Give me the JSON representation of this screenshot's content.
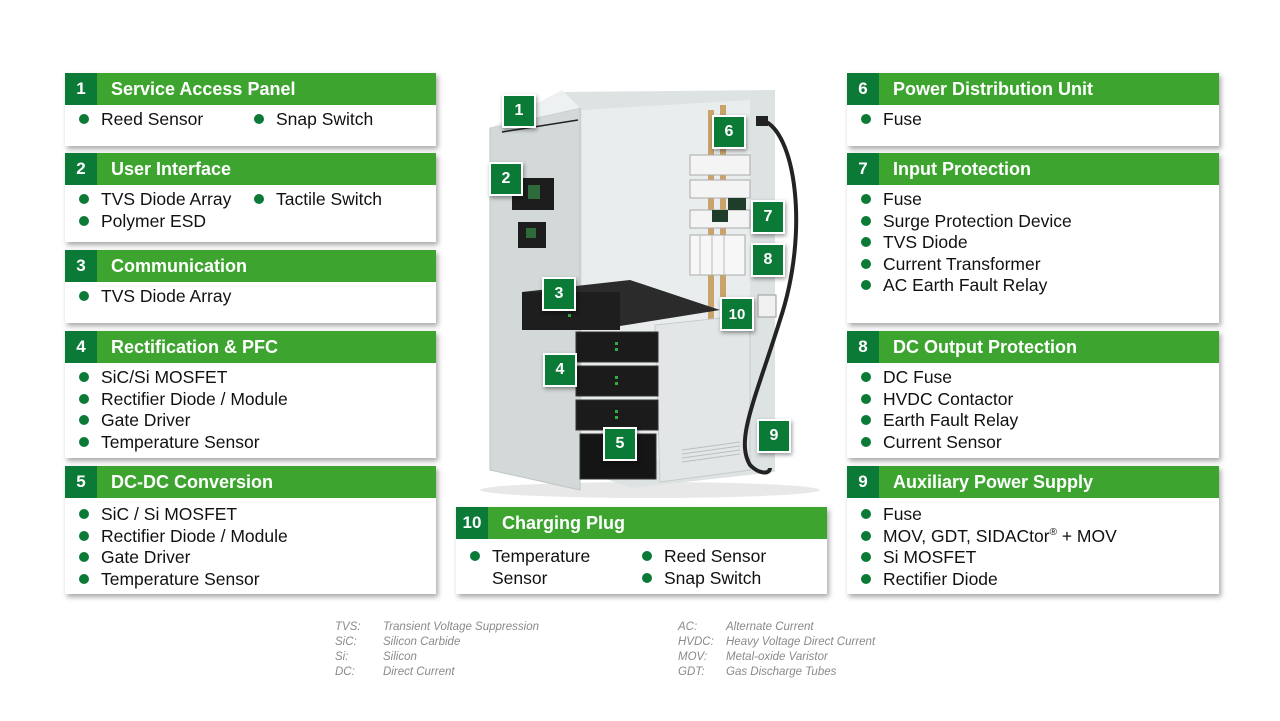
{
  "panels": [
    {
      "num": "1",
      "title": "Service Access Panel",
      "items": [
        {
          "text": "Reed Sensor"
        },
        {
          "text": "Snap Switch"
        }
      ]
    },
    {
      "num": "2",
      "title": "User Interface",
      "items": [
        {
          "text": "TVS Diode Array"
        },
        {
          "text": "Tactile Switch"
        },
        {
          "text": "Polymer ESD"
        }
      ]
    },
    {
      "num": "3",
      "title": "Communication",
      "items": [
        {
          "text": "TVS Diode Array"
        }
      ]
    },
    {
      "num": "4",
      "title": "Rectification & PFC",
      "items": [
        {
          "text": "SiC/Si MOSFET"
        },
        {
          "text": "Rectifier Diode / Module"
        },
        {
          "text": "Gate Driver"
        },
        {
          "text": "Temperature Sensor"
        }
      ]
    },
    {
      "num": "5",
      "title": "DC-DC Conversion",
      "items": [
        {
          "text": "SiC / Si MOSFET"
        },
        {
          "text": "Rectifier Diode / Module"
        },
        {
          "text": "Gate Driver"
        },
        {
          "text": "Temperature Sensor"
        }
      ]
    },
    {
      "num": "6",
      "title": "Power Distribution Unit",
      "items": [
        {
          "text": "Fuse"
        }
      ]
    },
    {
      "num": "7",
      "title": "Input Protection",
      "items": [
        {
          "text": "Fuse"
        },
        {
          "text": "Surge Protection Device"
        },
        {
          "text": "TVS Diode"
        },
        {
          "text": "Current Transformer"
        },
        {
          "text": "AC Earth Fault Relay"
        }
      ]
    },
    {
      "num": "8",
      "title": "DC Output Protection",
      "items": [
        {
          "text": "DC Fuse"
        },
        {
          "text": "HVDC Contactor"
        },
        {
          "text": "Earth Fault Relay"
        },
        {
          "text": "Current Sensor"
        }
      ]
    },
    {
      "num": "9",
      "title": "Auxiliary Power Supply",
      "items": [
        {
          "text": "Fuse"
        },
        {
          "text": "MOV, GDT, SIDACtor",
          "sup": "®",
          "after": " + MOV"
        },
        {
          "text": "Si MOSFET"
        },
        {
          "text": "Rectifier Diode"
        }
      ]
    },
    {
      "num": "10",
      "title": "Charging Plug",
      "items": [
        {
          "text": "Temperature Sensor"
        },
        {
          "text": "Reed Sensor"
        },
        {
          "text": "Snap Switch"
        }
      ]
    }
  ],
  "badges": [
    "1",
    "2",
    "3",
    "4",
    "5",
    "6",
    "7",
    "8",
    "9",
    "10"
  ],
  "legend_left": [
    {
      "abbr": "TVS:",
      "desc": "Transient Voltage Suppression"
    },
    {
      "abbr": "SiC:",
      "desc": "Silicon Carbide"
    },
    {
      "abbr": "Si:",
      "desc": "Silicon"
    },
    {
      "abbr": "DC:",
      "desc": "Direct Current"
    }
  ],
  "legend_right": [
    {
      "abbr": "AC:",
      "desc": "Alternate Current"
    },
    {
      "abbr": "HVDC:",
      "desc": "Heavy Voltage Direct Current"
    },
    {
      "abbr": "MOV:",
      "desc": "Metal-oxide Varistor"
    },
    {
      "abbr": "GDT:",
      "desc": "Gas Discharge Tubes"
    }
  ],
  "colors": {
    "accent_green": "#3da52f",
    "dark_green": "#0c7a37"
  }
}
